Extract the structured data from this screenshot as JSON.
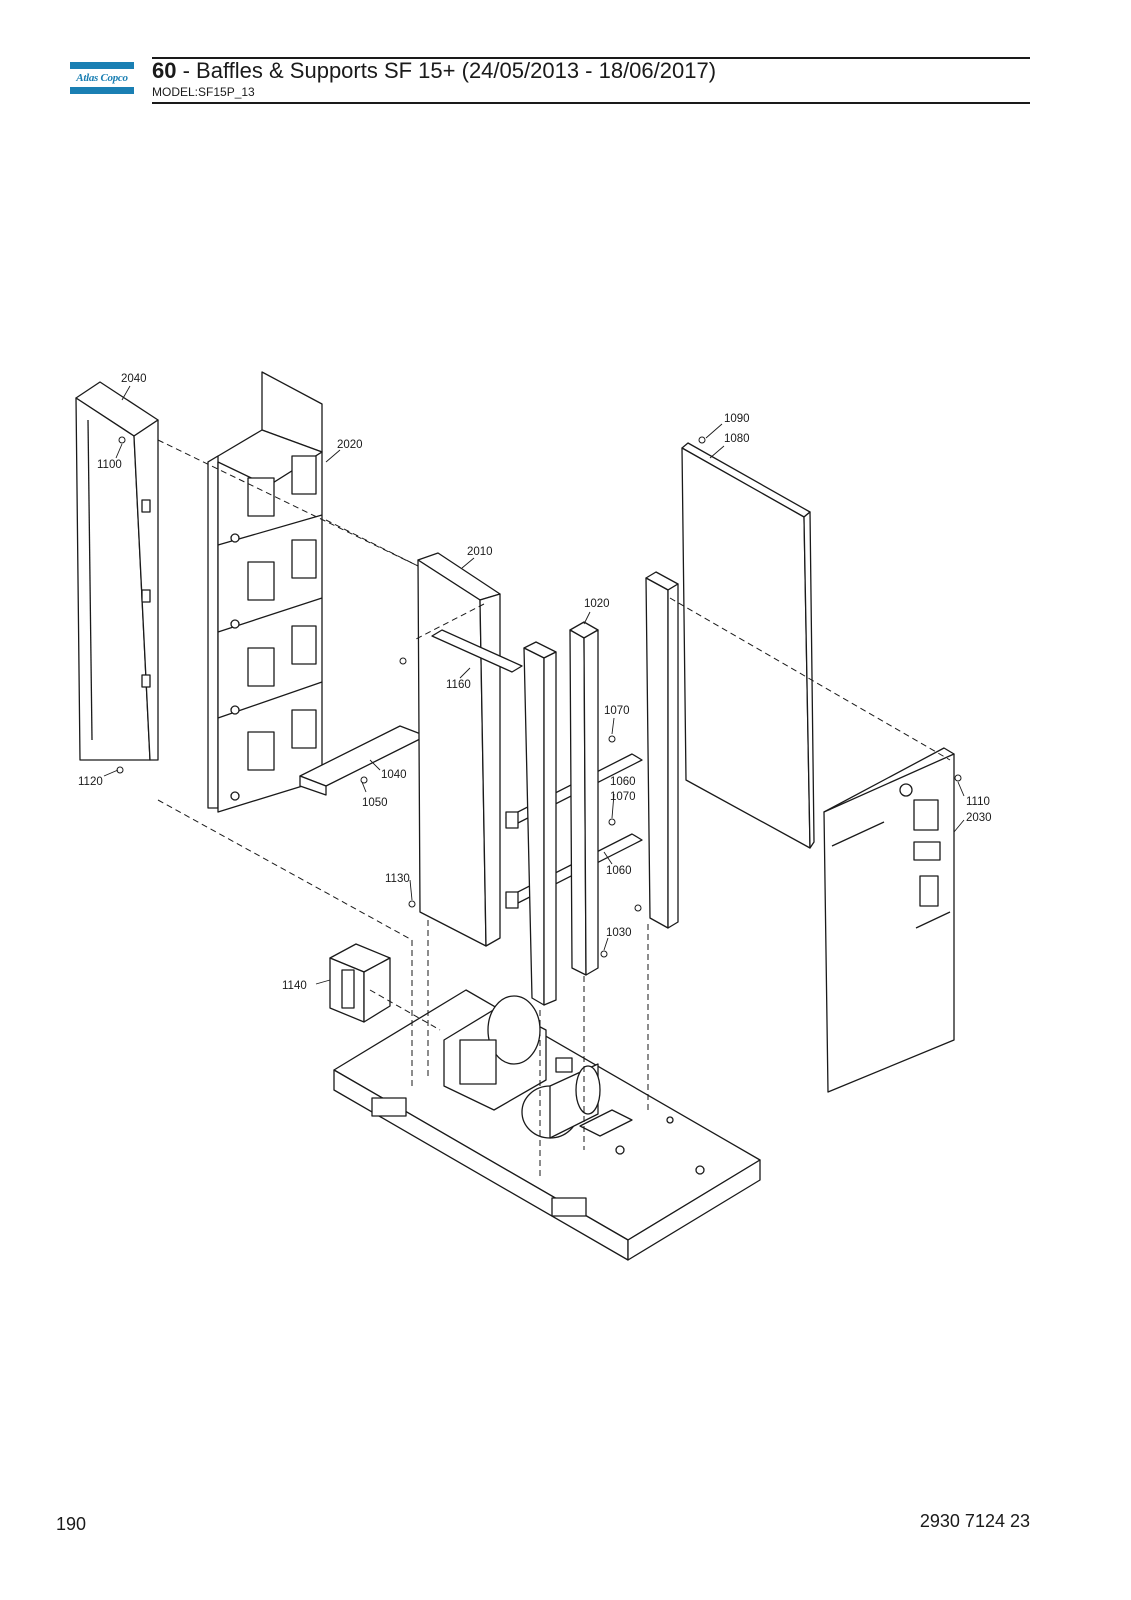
{
  "header": {
    "brand": "Atlas Copco",
    "section_number": "60",
    "title_rest": " - Baffles & Supports SF 15+ (24/05/2013 - 18/06/2017)",
    "model": "MODEL:SF15P_13"
  },
  "callouts": {
    "c2040": "2040",
    "c1100": "1100",
    "c1120": "1120",
    "c2020": "2020",
    "c1040": "1040",
    "c1050": "1050",
    "c2010": "2010",
    "c1160": "1160",
    "c1130": "1130",
    "c1140": "1140",
    "c1020": "1020",
    "c1070a": "1070",
    "c1060a": "1060",
    "c1070b": "1070",
    "c1060b": "1060",
    "c1030": "1030",
    "c1090": "1090",
    "c1080": "1080",
    "c1110": "1110",
    "c2030": "2030"
  },
  "footer": {
    "page_number": "190",
    "document_number": "2930 7124 23"
  }
}
